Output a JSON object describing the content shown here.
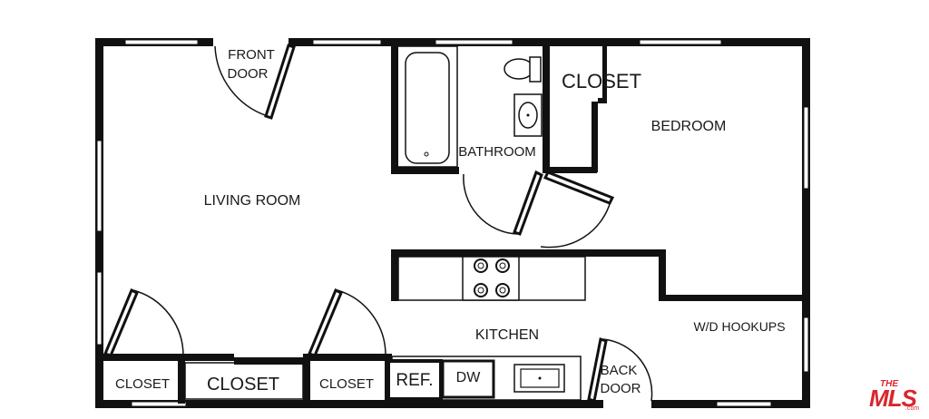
{
  "rooms": {
    "living_room": "LIVING ROOM",
    "bathroom": "BATHROOM",
    "bedroom": "BEDROOM",
    "kitchen": "KITCHEN",
    "wd_hookups": "W/D HOOKUPS"
  },
  "closets": {
    "bedroom_closet": "CLOSET",
    "closet_1": "CLOSET",
    "closet_2": "CLOSET",
    "closet_3": "CLOSET"
  },
  "doors": {
    "front_door_line1": "FRONT",
    "front_door_line2": "DOOR",
    "back_door_line1": "BACK",
    "back_door_line2": "DOOR"
  },
  "appliances": {
    "refrigerator": "REF.",
    "dishwasher": "DW"
  },
  "logo": {
    "top": "THE",
    "main": "MLS",
    "suffix": ".com",
    "color": "#d9262c"
  }
}
